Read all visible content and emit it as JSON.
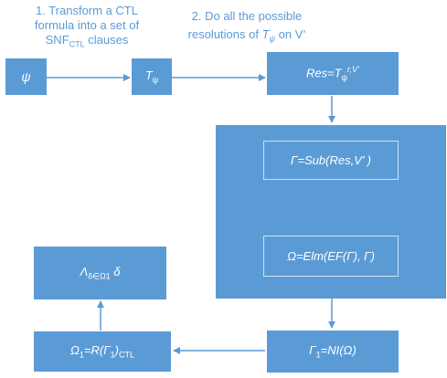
{
  "captions": {
    "step1_line1": "1. Transform a CTL",
    "step1_line2": "formula into a set of",
    "step1_line3_prefix": "SNF",
    "step1_line3_sub": "CTL",
    "step1_line3_suffix": " clauses",
    "step2_line1": "2. Do all the possible",
    "step2_line2_prefix": "resolutions of ",
    "step2_line2_T": "T",
    "step2_line2_psi": "ψ",
    "step2_line2_suffix": " on V’"
  },
  "boxes": {
    "psi": "ψ",
    "t_psi_T": "T",
    "t_psi_sub": "ψ",
    "res_prefix": "Res=T",
    "res_sub": "ψ",
    "res_sup": "r,V’",
    "gamma_sub": "Γ=Sub(Res,V’ )",
    "omega_elm": "Ω=Elm(EF(Γ), Γ)",
    "gamma1_prefix": "Γ",
    "gamma1_sub": "1",
    "gamma1_suffix": "=NI(Ω)",
    "omega1_prefix": "Ω",
    "omega1_sub1": "1",
    "omega1_mid": "=R(Γ",
    "omega1_sub2": "1",
    "omega1_close": ")",
    "omega1_sub3": "CTL",
    "final_lambda": "Λ",
    "final_sub": "δ∈Ω1",
    "final_delta": " δ"
  },
  "colors": {
    "box_fill": "#5b9bd5",
    "arrow": "#5b9bd5",
    "caption_text": "#5b9bd5",
    "inner_border": "#cfe0f1"
  }
}
